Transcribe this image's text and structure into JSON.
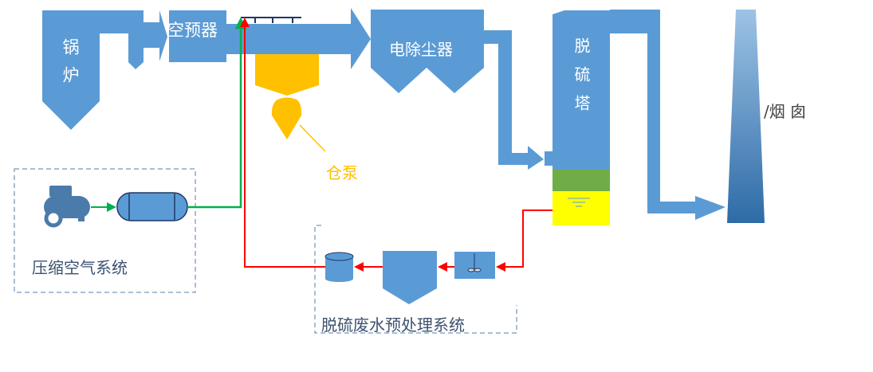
{
  "labels": {
    "boiler": "锅炉",
    "air_preheater": "空预器",
    "silo_pump": "仓泵",
    "esp": "电除尘器",
    "absorber": "脱硫塔",
    "chimney": "/烟 囱",
    "compressed_air_system": "压缩空气系统",
    "wastewater_system": "脱硫废水预处理系统"
  },
  "colors": {
    "equipment": "#5B9BD5",
    "ash": "#FFC000",
    "air_line": "#00B050",
    "water_line": "#FF0000",
    "absorber_layer": "#70AD47",
    "slurry": "#FFFF00",
    "dashed_box": "#8EA9C8"
  }
}
